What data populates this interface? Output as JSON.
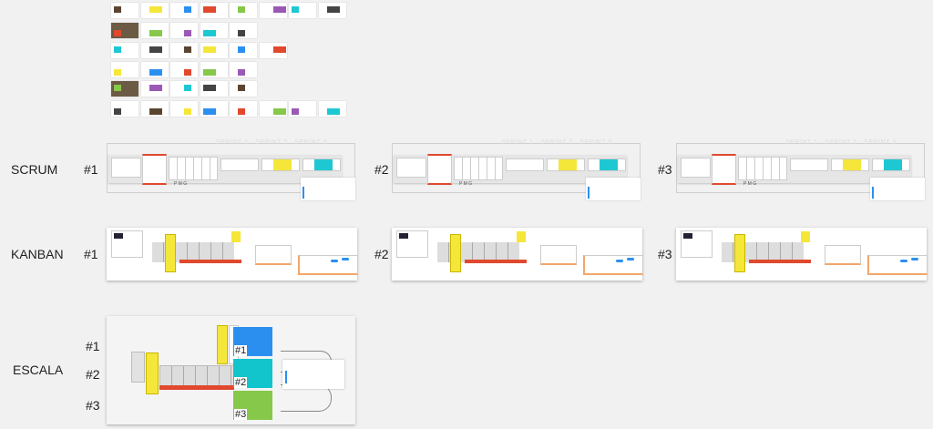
{
  "rows": [
    {
      "label": "SCRUM",
      "instances": [
        "#1",
        "#2",
        "#3"
      ]
    },
    {
      "label": "KANBAN",
      "instances": [
        "#1",
        "#2",
        "#3"
      ]
    },
    {
      "label": "ESCALA",
      "instances": [
        "#1",
        "#2",
        "#3"
      ]
    }
  ],
  "scrum": {
    "sprints": "SPRINT 1 · SPRINT 2 · SPRINT 3",
    "pmg": "P M G"
  },
  "escala": {
    "team_labels": [
      "#1",
      "#2",
      "#3"
    ]
  },
  "colors": {
    "yellow": "#f5e63a",
    "cyan": "#1ec8d2",
    "blue": "#2b8ff0",
    "teal": "#12c4cc",
    "green": "#86c84a",
    "red": "#e0492e",
    "orange": "#f2a66b"
  }
}
